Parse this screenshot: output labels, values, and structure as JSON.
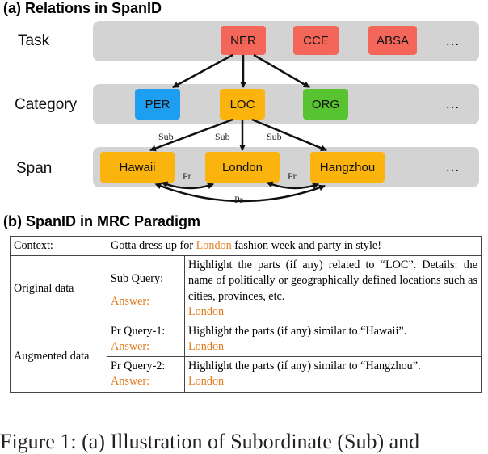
{
  "figure": {
    "section_a_title": "(a) Relations in SpanID",
    "section_b_title": "(b) SpanID in MRC Paradigm",
    "caption": "Figure 1: (a) Illustration of Subordinate (Sub) and"
  },
  "diagram": {
    "rows": [
      {
        "label": "Task",
        "nodes": [
          "NER",
          "CCE",
          "ABSA"
        ],
        "more": "…"
      },
      {
        "label": "Category",
        "nodes": [
          "PER",
          "LOC",
          "ORG"
        ],
        "more": "…"
      },
      {
        "label": "Span",
        "nodes": [
          "Hawaii",
          "London",
          "Hangzhou"
        ],
        "more": "…"
      }
    ],
    "colors": {
      "row_band": "#d3d3d3",
      "task_node": "#f4665a",
      "per_node": "#1e9ef0",
      "loc_node": "#fbb40e",
      "org_node": "#57c331",
      "span_node": "#fbb40e"
    },
    "edge_labels": {
      "sub": "Sub",
      "pr": "Pr"
    }
  },
  "table": {
    "context_label": "Context:",
    "context_before": "Gotta dress up for ",
    "context_highlight": "London",
    "context_after": " fashion week and party in style!",
    "original_label": "Original data",
    "sub_query_label": "Sub Query:",
    "sub_query_text": "Highlight the parts (if any) related to “LOC”. Details: the name of politically or geographically defined locations such as cities, provinces, etc.",
    "answer_label": "Answer:",
    "answer_value": "London",
    "augmented_label": "Augmented data",
    "pr_query_1_label": "Pr Query-1:",
    "pr_query_1_text": "Highlight the parts (if any) similar to “Hawaii”.",
    "pr_query_2_label": "Pr Query-2:",
    "pr_query_2_text": "Highlight the parts (if any) similar to “Hangzhou”."
  }
}
